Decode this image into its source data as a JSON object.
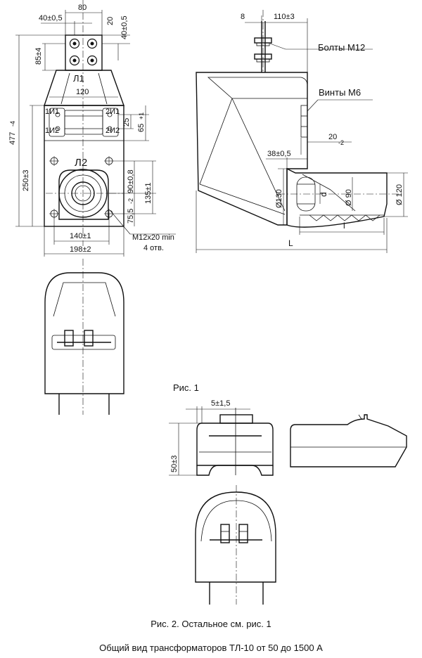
{
  "front": {
    "d_80": "80",
    "d_40_05": "40±0,5",
    "d_20": "20",
    "d_40_05_v": "40±0,5",
    "d_85": "85±4",
    "d_477": "477",
    "d_477_tol": "-4",
    "label_L1": "Л1",
    "d_120": "120",
    "t_1I1": "1И1",
    "t_1I2": "1И2",
    "t_2I1": "2И1",
    "t_2I2": "2И2",
    "d_25": "25",
    "d_65": "65",
    "d_65_tol": "+1",
    "label_L2": "Л2",
    "d_250": "250±3",
    "d_90": "90±0,8",
    "d_135": "135±1",
    "d_75": "75,5",
    "d_75_tol": "-2",
    "thread": "М12х20 min",
    "holes": "4 отв.",
    "d_140": "140±1",
    "d_198": "198±2"
  },
  "side": {
    "d_8": "8",
    "d_110": "110±3",
    "bolts": "Болты М12",
    "screws": "Винты М6",
    "d_20": "20",
    "d_20_tol": "-2",
    "d_38": "38±0,5",
    "d_130": "Ø130",
    "d_d": "d",
    "d_90": "Ø 90",
    "d_120": "Ø 120",
    "d_l": "l",
    "d_L": "L"
  },
  "fig1": {
    "title": "Рис. 1",
    "d_5": "5±1,5",
    "d_50": "50±3"
  },
  "captions": {
    "fig2": "Рис. 2. Остальное см. рис. 1",
    "general": "Общий вид трансформаторов ТЛ-10 от 50 до 1500 А"
  }
}
